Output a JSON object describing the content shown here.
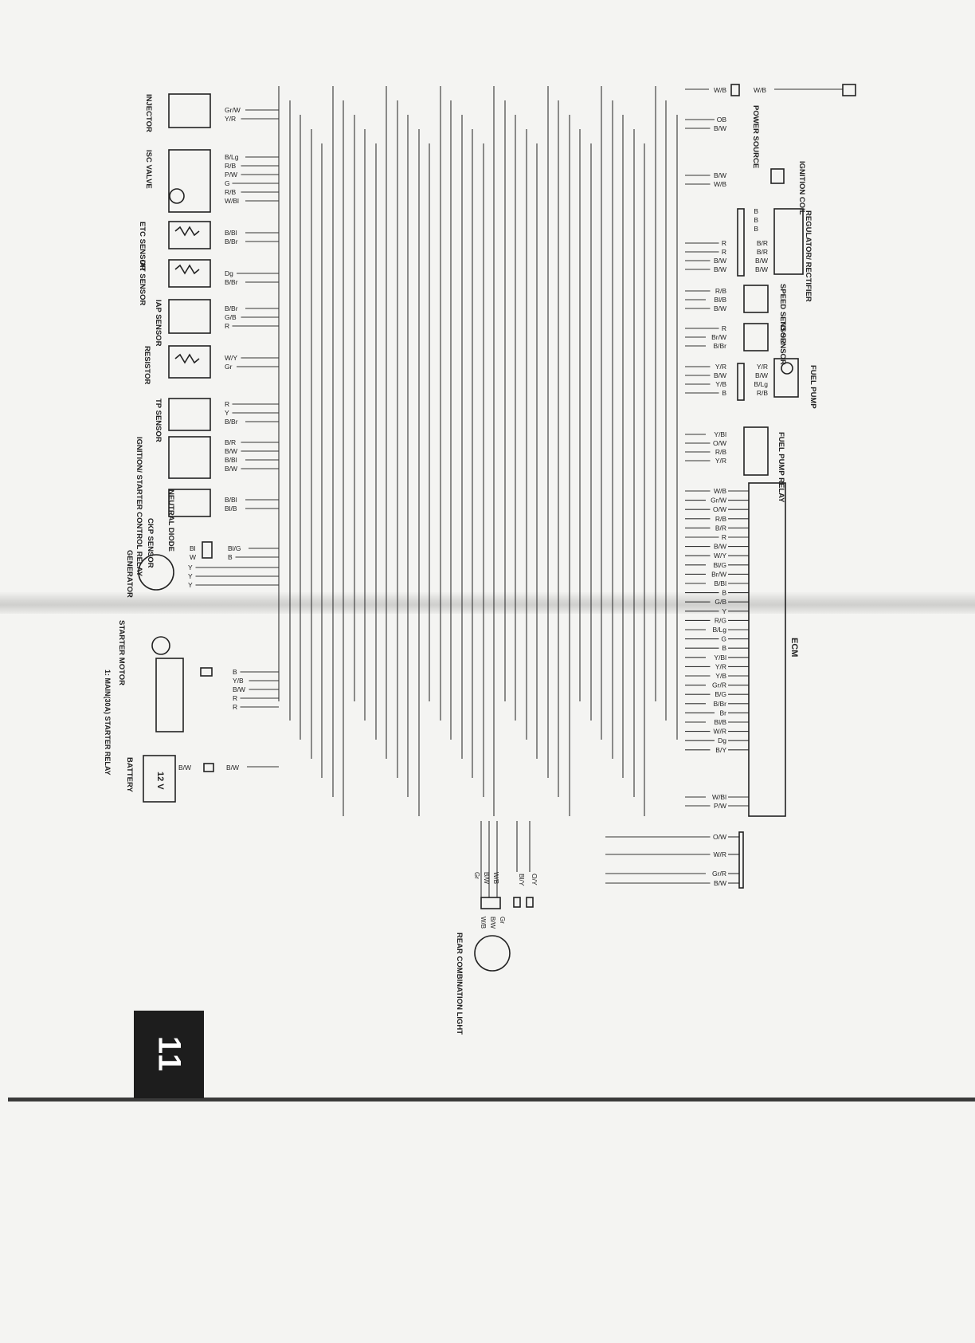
{
  "page_number": "11",
  "components": {
    "injector": "INJECTOR",
    "isc_valve": "ISC VALVE",
    "etc_sensor": "ETC SENSOR",
    "iat_sensor": "IAT SENSOR",
    "iap_sensor": "IAP SENSOR",
    "resistor": "RESISTOR",
    "tp_sensor": "TP SENSOR",
    "ignition_starter_control_relay": "IGNITION/ STARTER CONTROL RELAY",
    "neutral_diode": "NEUTRAL DIODE",
    "ckp_sensor": "CKP SENSOR",
    "generator": "GENERATOR",
    "starter_motor": "STARTER MOTOR",
    "starter_relay": "1: MAIN(30A) STARTER RELAY",
    "battery": "BATTERY",
    "battery_voltage": "12 V",
    "power_source": "POWER SOURCE",
    "ignition_coil": "IGNITION COIL",
    "regulator_rectifier": "REGULATOR/ RECTIFIER",
    "speed_sensor": "SPEED SENSOR",
    "to_sensor": "TO SENSOR",
    "fuel_pump": "FUEL PUMP",
    "fuel_pump_relay": "FUEL PUMP RELAY",
    "ecm": "ECM",
    "rear_combination_light": "REAR COMBINATION LIGHT"
  },
  "wires": {
    "injector": [
      "Gr/W",
      "Y/R"
    ],
    "isc_valve": [
      "B/Lg",
      "R/B",
      "P/W",
      "G",
      "R/B",
      "W/Bl"
    ],
    "etc_sensor": [
      "B/Bl",
      "B/Br"
    ],
    "iat_sensor": [
      "Dg",
      "B/Br"
    ],
    "iap_sensor": [
      "B/Br",
      "G/B",
      "R"
    ],
    "resistor": [
      "W/Y",
      "Gr"
    ],
    "tp_sensor": [
      "R",
      "Y",
      "B/Br"
    ],
    "relay": [
      "B/R",
      "B/W",
      "B/Bl",
      "B/W"
    ],
    "neutral_diode": [
      "B/Bl",
      "Bl/B"
    ],
    "ckp_sensor_left": [
      "Bl",
      "W"
    ],
    "ckp_sensor_right": [
      "Bl/G",
      "B"
    ],
    "generator": [
      "Y",
      "Y",
      "Y"
    ],
    "starter_relay": [
      "B",
      "Y/B",
      "B/W",
      "R",
      "R"
    ],
    "battery_left": "B/W",
    "battery_right": "B/W",
    "top_right_left": "W/B",
    "top_right_right": "W/B",
    "power_source": [
      "OB",
      "B/W"
    ],
    "ignition_coil": [
      "B/W",
      "W/B"
    ],
    "regulator_out": [
      "B",
      "B",
      "B"
    ],
    "regulator_mid": [
      "B/R",
      "B/R",
      "B/W",
      "B/W"
    ],
    "regulator_in": [
      "R",
      "R",
      "B/W",
      "B/W"
    ],
    "speed_sensor": [
      "R/B",
      "Bl/B",
      "B/W"
    ],
    "to_sensor": [
      "R",
      "Br/W",
      "B/Br"
    ],
    "fuel_pump_in": [
      "Y/R",
      "B/W",
      "Y/B",
      "B"
    ],
    "fuel_pump_out": [
      "Y/R",
      "B/W",
      "B/Lg",
      "R/B"
    ],
    "fuel_pump_relay": [
      "Y/Bl",
      "O/W",
      "R/B",
      "Y/R"
    ],
    "ecm": [
      "W/B",
      "Gr/W",
      "O/W",
      "R/B",
      "B/R",
      "R",
      "B/W",
      "W/Y",
      "Bl/G",
      "Br/W",
      "B/Bl",
      "B",
      "G/B",
      "Y",
      "R/G",
      "B/Lg",
      "G",
      "B",
      "Y/Bl",
      "Y/R",
      "Y/B",
      "Gr/R",
      "B/G",
      "B/Br",
      "Br",
      "Bl/B",
      "W/R",
      "Dg",
      "B/Y",
      "W/Bl",
      "P/W"
    ],
    "lower_right": [
      "O/W",
      "W/R",
      "Gr/R",
      "B/W"
    ],
    "lower_mid": [
      "Bl/Y",
      "O/Y"
    ],
    "rear_light_left": [
      "Gr",
      "B/W",
      "W/B"
    ],
    "rear_light_right": [
      "Gr",
      "B/W",
      "W/B"
    ]
  }
}
